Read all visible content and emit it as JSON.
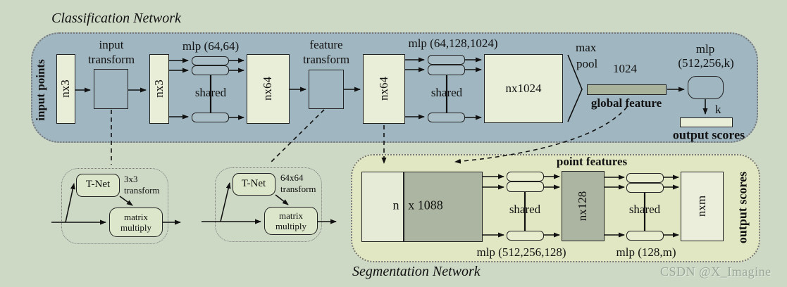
{
  "colors": {
    "bg": "#cdd9c5",
    "clf": "#a0b6c0",
    "light": "#e9eed8",
    "clfrect": "#a9bdc6",
    "bar": "#a9b29a",
    "seg": "#e2e7c3",
    "seggray": "#acb5a1",
    "seglight": "#e5ebd7",
    "segrect": "#e7ecce",
    "tnet": "#dce6ca",
    "nxmfill": "#eaeeda",
    "dots": "#777777",
    "ink": "#111111",
    "wm": "#93a093"
  },
  "classification": {
    "title": "Classification Network",
    "input_points": "input points",
    "nx3": "nx3",
    "nx64": "nx64",
    "nx1024": "nx1024",
    "input_transform_l1": "input",
    "input_transform_l2": "transform",
    "feature_transform_l1": "feature",
    "feature_transform_l2": "transform",
    "mlp1": "mlp (64,64)",
    "mlp2": "mlp (64,128,1024)",
    "shared": "shared",
    "max": "max",
    "pool": "pool",
    "bar_size": "1024",
    "global_feature": "global feature",
    "clf_mlp_l1": "mlp",
    "clf_mlp_l2": "(512,256,k)",
    "k": "k",
    "output_scores": "output scores"
  },
  "tnet": {
    "name": "T-Net",
    "size1": "3x3",
    "size2": "64x64",
    "transform": "transform",
    "matrix_l1": "matrix",
    "matrix_l2": "multiply"
  },
  "segmentation": {
    "title": "Segmentation Network",
    "point_features": "point features",
    "n": "n",
    "x1088": "x 1088",
    "shared": "shared",
    "mlp1": "mlp (512,256,128)",
    "mlp2": "mlp (128,m)",
    "nx128": "nx128",
    "nxm": "nxm",
    "output_scores": "output scores"
  },
  "watermark": "CSDN @X_Imagine"
}
